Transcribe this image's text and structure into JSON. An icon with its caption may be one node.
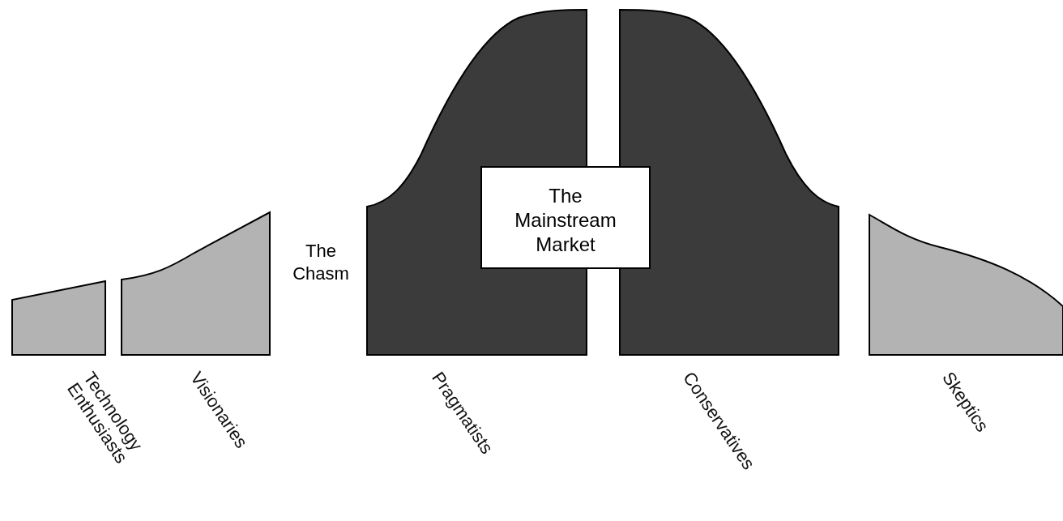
{
  "diagram": {
    "nodes": [
      {
        "text": [
          "Technology Enthusiasts"
        ]
      },
      {
        "text": [
          "Visionaries"
        ]
      },
      {
        "text": [
          "Pragmatists"
        ]
      },
      {
        "text": [
          "Conservatives"
        ]
      },
      {
        "text": [
          "Skeptics"
        ]
      },
      {
        "text": [
          "The Mainstream Market"
        ]
      }
    ],
    "labels": [
      "The Chasm"
    ]
  }
}
